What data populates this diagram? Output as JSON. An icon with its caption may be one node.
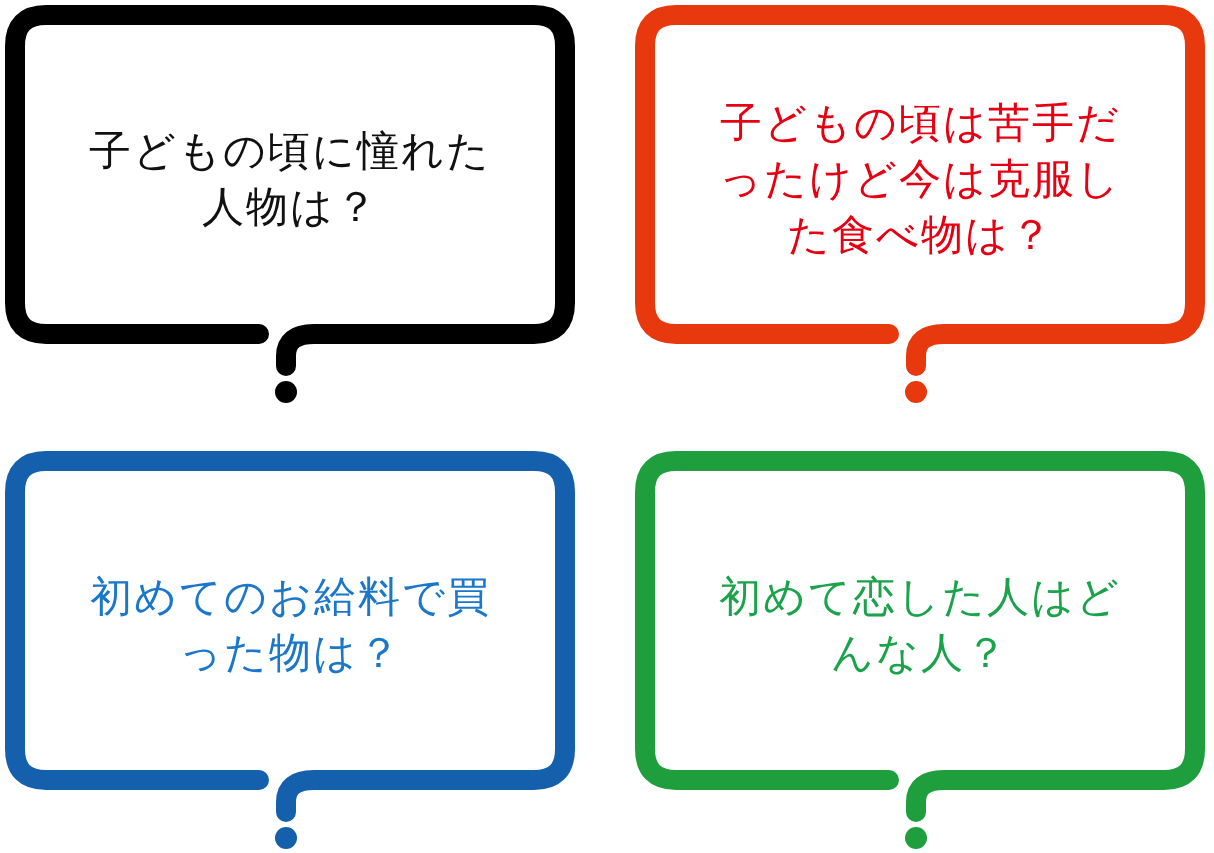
{
  "diagram": {
    "nodes": [
      {
        "text": [
          "子どもの頃に憧れた人物は？"
        ]
      },
      {
        "text": [
          "子どもの頃は苦手だったけど今は克服した食べ物は？"
        ]
      },
      {
        "text": [
          "初めてのお給料で買った物は？"
        ]
      },
      {
        "text": [
          "初めて恋した人はどんな人？"
        ]
      }
    ]
  }
}
